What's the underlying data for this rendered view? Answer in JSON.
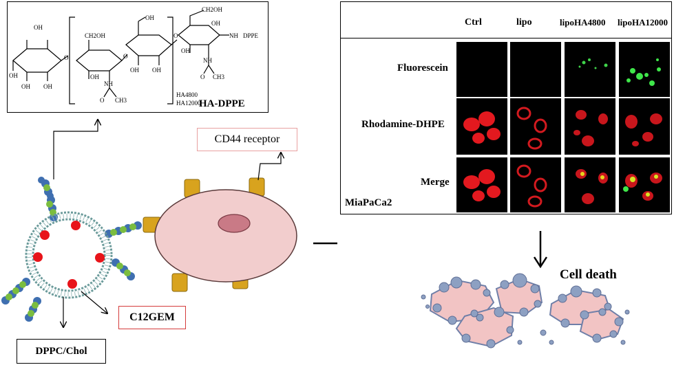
{
  "structure": {
    "title": "HA-DPPE",
    "repeat_notes": [
      "HA4800",
      "HA12000"
    ],
    "groups": [
      "OH",
      "OH",
      "OH",
      "OH",
      "OH",
      "OH",
      "OH",
      "OH",
      "CH2OH",
      "CH2OH",
      "OH",
      "OH",
      "NH",
      "NH",
      "CH3",
      "CH3",
      "O",
      "O",
      "O",
      "O",
      "O",
      "NH",
      "DPPE"
    ]
  },
  "labels": {
    "cd44": "CD44 receptor",
    "c12gem": "C12GEM",
    "lipid": "DPPC/Chol",
    "cell_death": "Cell death"
  },
  "microscopy": {
    "columns": [
      "Ctrl",
      "lipo",
      "lipoHA4800",
      "lipoHA12000"
    ],
    "rows": [
      "Fluorescein",
      "Rhodamine-DHPE",
      "Merge"
    ],
    "cell_line": "MiaPaCa2"
  },
  "colors": {
    "red_drug": "#e8141a",
    "membrane": "#6a9a9a",
    "cell_fill": "#f2cdcd",
    "nucleus": "#c97a86",
    "receptor": "#d8a31e",
    "box_red": "#d43a3a",
    "box_pink": "#e8a0a0",
    "debris": "#7f8fb5",
    "ha_blue": "#3f6fb0",
    "ha_green": "#7bbd3f"
  }
}
